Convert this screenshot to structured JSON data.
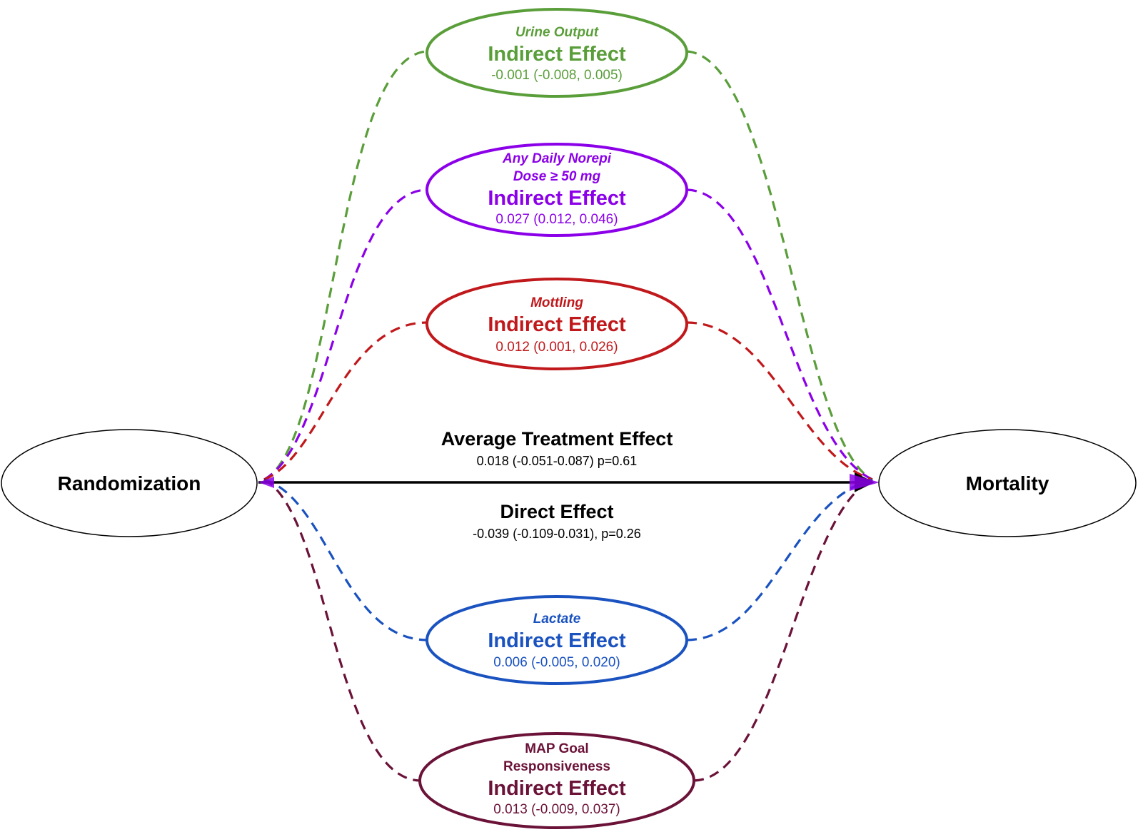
{
  "nodes": {
    "exposure": {
      "label": "Randomization"
    },
    "outcome": {
      "label": "Mortality"
    }
  },
  "total_effect": {
    "title": "Average Treatment Effect",
    "value": "0.018 (-0.051-0.087) p=0.61"
  },
  "direct_effect": {
    "title": "Direct Effect",
    "value": "-0.039 (-0.109-0.031), p=0.26"
  },
  "mediators": [
    {
      "name_lines": [
        "Urine Output"
      ],
      "italic": true,
      "effect_title": "Indirect Effect",
      "effect_value": "-0.001 (-0.008, 0.005)",
      "color": "#5a9e3a"
    },
    {
      "name_lines": [
        "Any Daily Norepi",
        "Dose ≥ 50 mg"
      ],
      "italic": true,
      "effect_title": "Indirect Effect",
      "effect_value": "0.027 (0.012, 0.046)",
      "color": "#8b00e8"
    },
    {
      "name_lines": [
        "Mottling"
      ],
      "italic": true,
      "effect_title": "Indirect Effect",
      "effect_value": "0.012 (0.001, 0.026)",
      "color": "#c0181b"
    },
    {
      "name_lines": [
        "Lactate"
      ],
      "italic": true,
      "effect_title": "Indirect Effect",
      "effect_value": "0.006 (-0.005, 0.020)",
      "color": "#1a52c0"
    },
    {
      "name_lines": [
        "MAP Goal",
        "Responsiveness"
      ],
      "italic": false,
      "effect_title": "Indirect Effect",
      "effect_value": "0.013 (-0.009, 0.037)",
      "color": "#6b1238"
    }
  ]
}
